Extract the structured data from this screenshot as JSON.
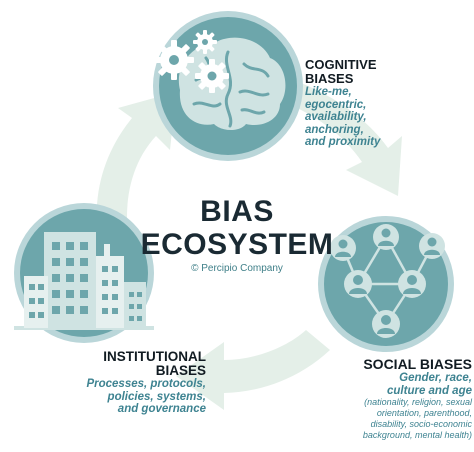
{
  "center": {
    "title_line1": "BIAS",
    "title_line2": "ECOSYSTEM",
    "copyright": "© Percipio Company"
  },
  "cognitive": {
    "title_line1": "COGNITIVE",
    "title_line2": "BIASES",
    "desc": [
      "Like-me,",
      "egocentric,",
      "availability,",
      "anchoring,",
      "and proximity"
    ]
  },
  "social": {
    "title": "SOCIAL BIASES",
    "desc": [
      "Gender, race,",
      "culture and age"
    ],
    "detail": [
      "(nationality, religion, sexual",
      "orientation, parenthood,",
      "disability, socio-economic",
      "background, mental health)"
    ]
  },
  "institutional": {
    "title_line1": "INSTITUTIONAL",
    "title_line2": "BIASES",
    "desc": [
      "Processes, protocols,",
      "policies, systems,",
      "and governance"
    ]
  },
  "colors": {
    "circle_fill": "#6da6ab",
    "circle_ring": "#bad6d9",
    "icon_light": "#cfe3e2",
    "arrow": "#e4efe8",
    "accent_text": "#3e8391"
  },
  "icons": [
    "brain-gears-icon",
    "people-network-icon",
    "buildings-icon"
  ]
}
